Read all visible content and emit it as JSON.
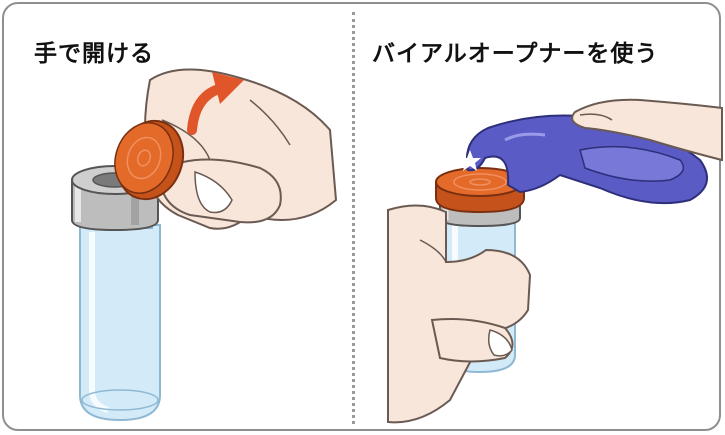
{
  "panels": [
    {
      "title": "手で開ける",
      "illustration": "hand-removing-vial-cap"
    },
    {
      "title": "バイアルオープナーを使う",
      "illustration": "vial-opener-tool-removing-cap"
    }
  ],
  "colors": {
    "border": "#8f8f8f",
    "divider": "#9a9a9a",
    "cap_orange": "#e46a2a",
    "cap_orange_dark": "#c4521a",
    "vial_blue": "#cfe9f7",
    "vial_blue_edge": "#8fb8d3",
    "skin": "#f7e4d8",
    "skin_edge": "#6a5a52",
    "opener_purple": "#5a5bc4",
    "arrow_red": "#e0562a",
    "metal": "#b5b5b5"
  }
}
